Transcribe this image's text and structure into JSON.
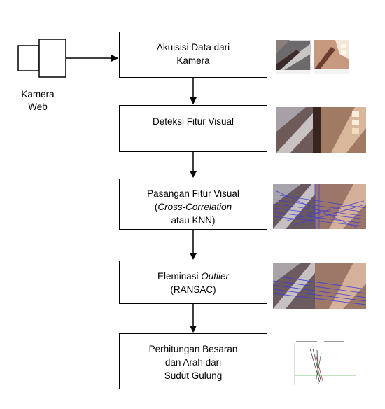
{
  "camera": {
    "label_line1": "Kamera",
    "label_line2": "Web"
  },
  "steps": [
    {
      "line1": "Akuisisi Data dari",
      "line2": "Kamera"
    },
    {
      "line1": "Deteksi Fitur Visual"
    },
    {
      "line1": "Pasangan Fitur Visual",
      "line2_italic": "Cross-Correlation",
      "line2_pre": "(",
      "line3": "atau KNN)"
    },
    {
      "line1_pre": "Eleminasi ",
      "line1_italic": "Outlier",
      "line2": "(RANSAC)"
    },
    {
      "line1": "Perhitungan Besaran",
      "line2": "dan Arah  dari",
      "line3": "Sudut Gulung"
    }
  ],
  "colors": {
    "stroke": "#000000",
    "match_lines": "#3a3ae0",
    "plot_green": "#7fc97f"
  }
}
